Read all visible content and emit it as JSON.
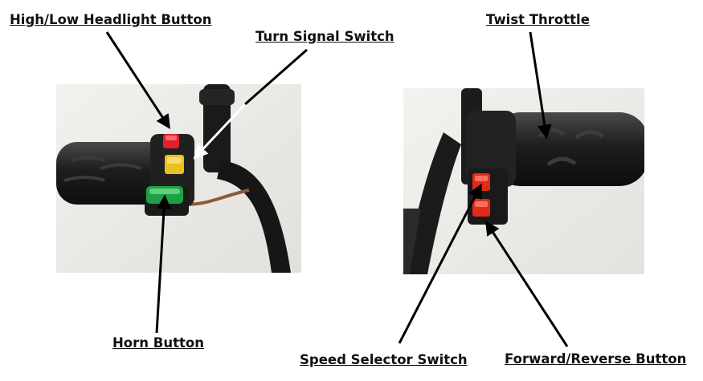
{
  "labels": {
    "headlight": "High/Low Headlight Button",
    "turn_signal": "Turn Signal Switch",
    "horn": "Horn Button",
    "throttle": "Twist Throttle",
    "speed_selector": "Speed Selector Switch",
    "forward_reverse": "Forward/Reverse Button"
  },
  "colors": {
    "label_text": "#111111",
    "arrow": "#000000",
    "photo_bg": "#ececea",
    "grip": "#1f1f1f",
    "headlight_button": "#e0202a",
    "turn_signal_switch": "#e8c020",
    "horn_button": "#1fa046",
    "speed_selector": "#e02a1a",
    "forward_reverse": "#e02a1a"
  }
}
